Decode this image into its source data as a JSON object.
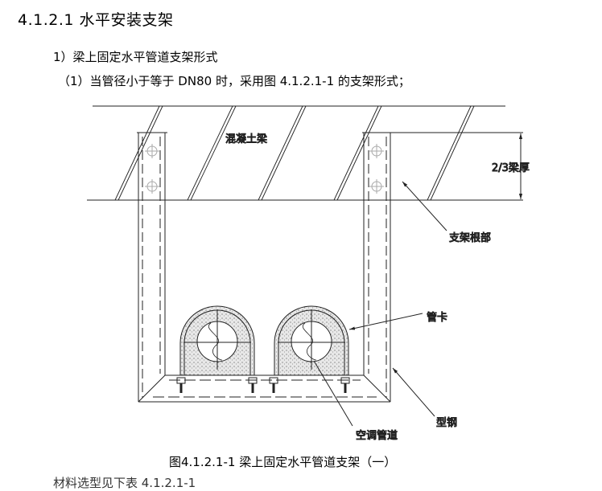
{
  "heading": "4.1.2.1 水平安装支架",
  "paragraph1": "1）梁上固定水平管道支架形式",
  "paragraph2": "（1）当管径小于等于 DN80 时，采用图 4.1.2.1-1 的支架形式；",
  "figure": {
    "labels": {
      "beam": "混凝土梁",
      "thickness": "2/3梁厚",
      "root": "支架根部",
      "clamp": "管卡",
      "steel": "型钢",
      "pipe": "空调管道"
    },
    "caption": "图4.1.2.1-1 梁上固定水平管道支架（一）"
  },
  "next_line": "材料选型见下表 4.1.2.1-1"
}
